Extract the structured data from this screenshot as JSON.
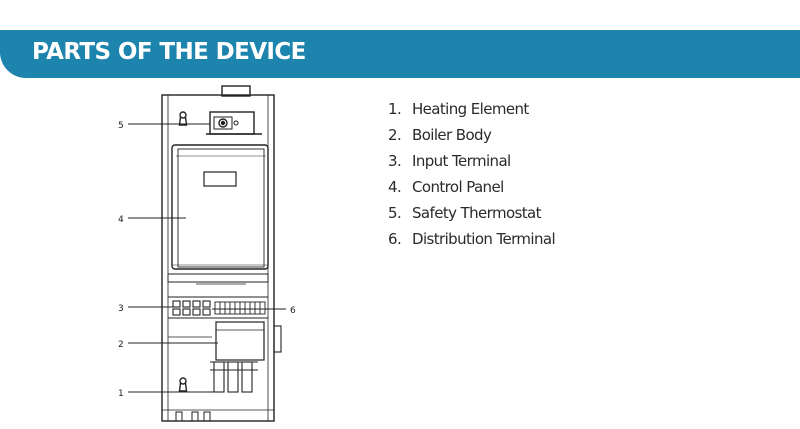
{
  "header": {
    "title": "PARTS OF THE DEVICE"
  },
  "colors": {
    "banner": "#1d84ae",
    "banner_text": "#ffffff",
    "line": "#222222",
    "text": "#2a2a2a"
  },
  "diagram": {
    "callouts": [
      {
        "number": "5",
        "part": "safety-thermostat"
      },
      {
        "number": "4",
        "part": "control-panel"
      },
      {
        "number": "3",
        "part": "input-terminal"
      },
      {
        "number": "6",
        "part": "distribution-terminal"
      },
      {
        "number": "2",
        "part": "boiler-body"
      },
      {
        "number": "1",
        "part": "heating-element"
      }
    ]
  },
  "parts": [
    {
      "number": "1.",
      "label": "Heating Element"
    },
    {
      "number": "2.",
      "label": "Boiler Body"
    },
    {
      "number": "3.",
      "label": "Input Terminal"
    },
    {
      "number": "4.",
      "label": "Control Panel"
    },
    {
      "number": "5.",
      "label": "Safety Thermostat"
    },
    {
      "number": "6.",
      "label": "Distribution Terminal"
    }
  ]
}
